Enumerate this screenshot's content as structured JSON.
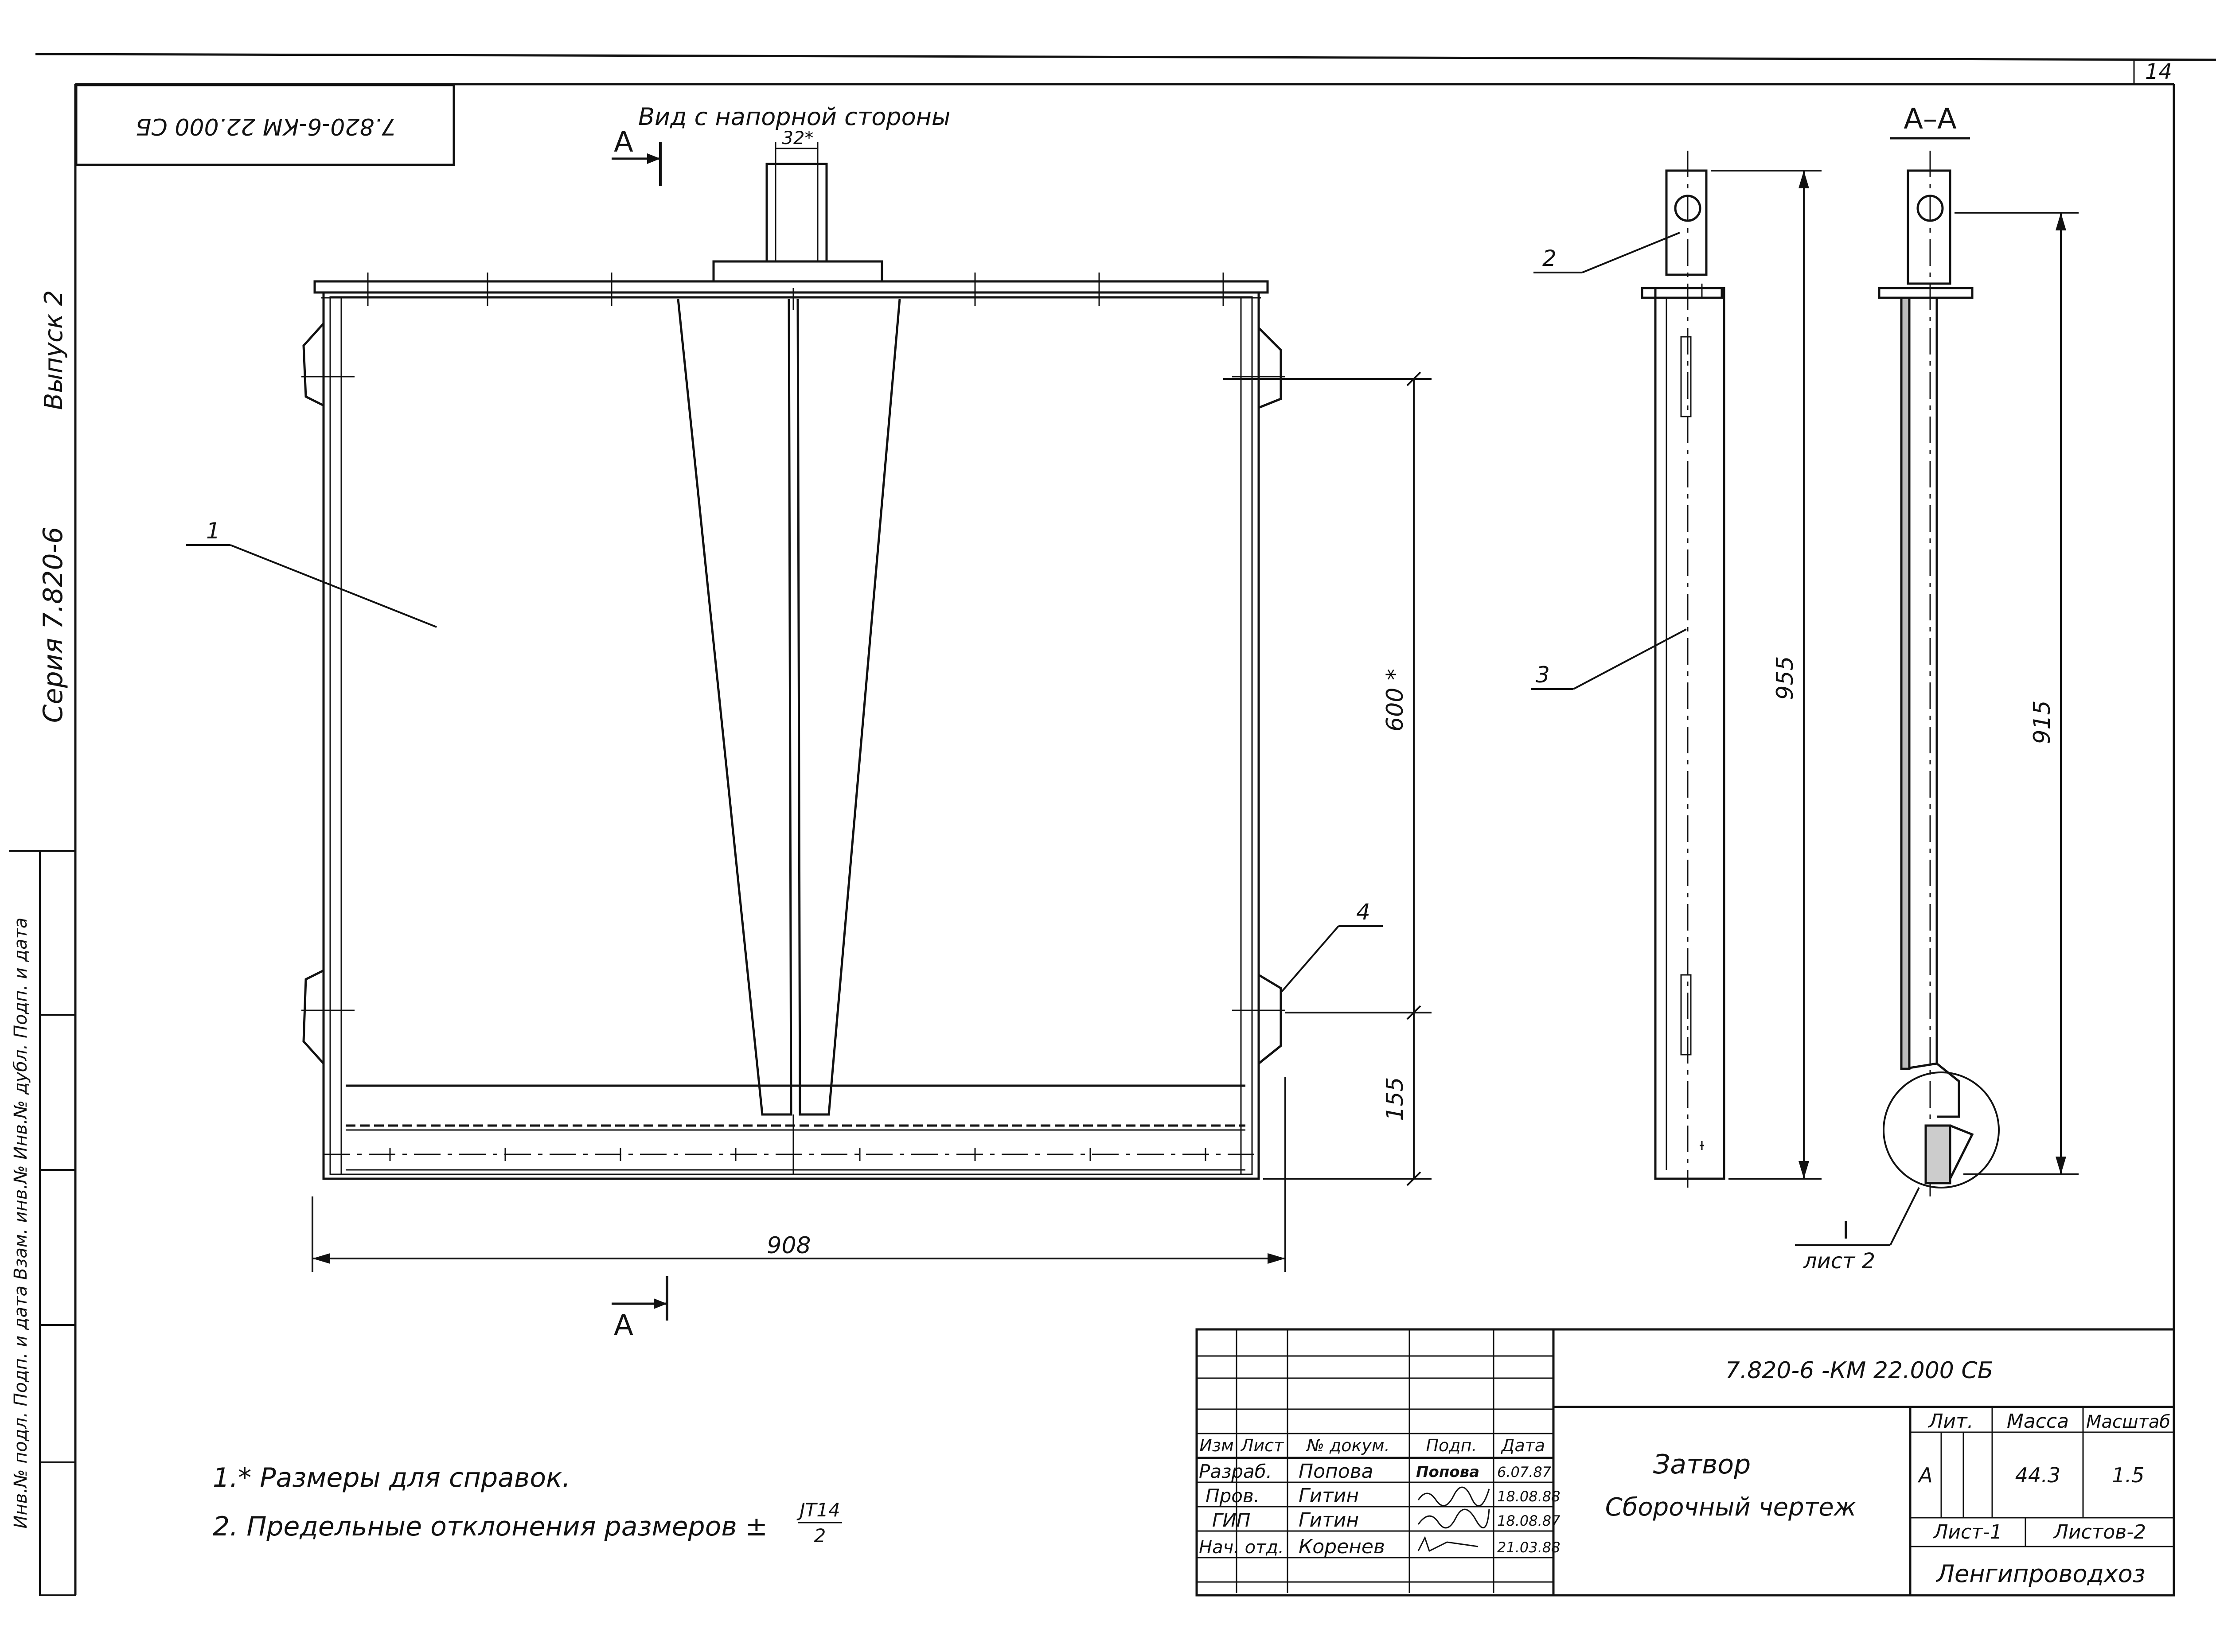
{
  "sheet_number": "14",
  "rotated_code": "7.820-6-КМ 22.000 СБ",
  "left_margin": {
    "issue": "Выпуск 2",
    "series": "Серия 7.820-6",
    "stamp_text": "Инв.№ подл.  Подп. и дата  Взам. инв.№  Инв.№ дубл.  Подп. и дата"
  },
  "view_title": "Вид с напорной стороны",
  "section_marks": {
    "top": "А",
    "bottom": "А",
    "section_title": "А–А"
  },
  "dimensions": {
    "stem_width": "32*",
    "height_main": "600 *",
    "height_bottom": "155",
    "width": "908",
    "side_height": "955",
    "section_height": "915"
  },
  "leaders": [
    "1",
    "2",
    "3",
    "4"
  ],
  "detail_ref": {
    "id": "I",
    "sheet": "лист 2"
  },
  "notes": [
    "1.* Размеры для справок.",
    "2. Предельные отклонения размеров ±"
  ],
  "tolerance": {
    "numerator": "JT14",
    "denominator": "2"
  },
  "title_block": {
    "doc_code": "7.820-6 -КМ 22.000 СБ",
    "title": "Затвор",
    "subtitle": "Сборочный чертеж",
    "headers": [
      "Изм",
      "Лист",
      "№ докум.",
      "Подп.",
      "Дата"
    ],
    "signatures": [
      {
        "role": "Разраб.",
        "name": "Попова",
        "sign": "Попова",
        "date": "6.07.87"
      },
      {
        "role": "Пров.",
        "name": "Гитин",
        "sign": "",
        "date": "18.08.88"
      },
      {
        "role": "ГИП",
        "name": "Гитин",
        "sign": "",
        "date": "18.08.87"
      },
      {
        "role": "Нач. отд.",
        "name": "Коренев",
        "sign": "",
        "date": "21.03.88"
      }
    ],
    "lit_label": "Лит.",
    "mass_label": "Масса",
    "scale_label": "Масштаб",
    "lit_value": "А",
    "mass_value": "44.3",
    "scale_value": "1.5",
    "sheet_label": "Лист-1",
    "sheets_label": "Листов-2",
    "organization": "Ленгипроводхоз"
  }
}
